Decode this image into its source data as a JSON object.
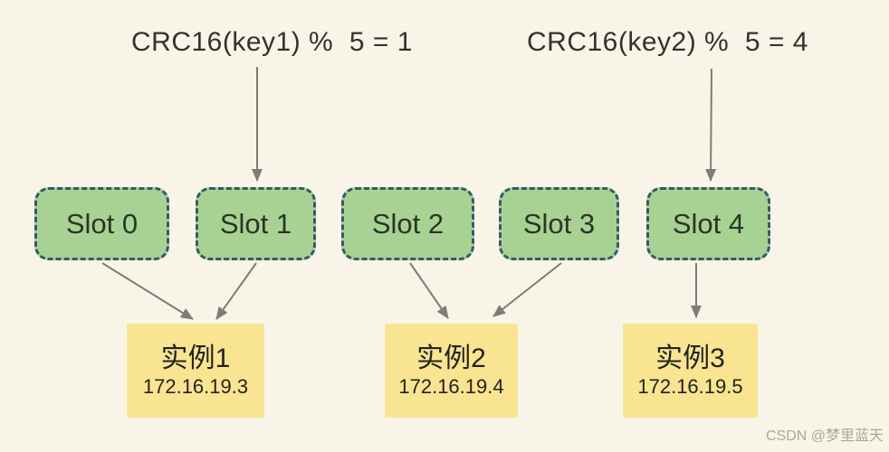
{
  "diagram": {
    "formulas": [
      {
        "text": "CRC16(key1) %  5 = 1"
      },
      {
        "text": "CRC16(key2) %  5 = 4"
      }
    ],
    "slots": [
      {
        "label": "Slot 0"
      },
      {
        "label": "Slot 1"
      },
      {
        "label": "Slot 2"
      },
      {
        "label": "Slot 3"
      },
      {
        "label": "Slot 4"
      }
    ],
    "instances": [
      {
        "name": "实例1",
        "ip": "172.16.19.3"
      },
      {
        "name": "实例2",
        "ip": "172.16.19.4"
      },
      {
        "name": "实例3",
        "ip": "172.16.19.5"
      }
    ],
    "edges": [
      {
        "from": "CRC16(key1) %  5 = 1",
        "to": "Slot 1"
      },
      {
        "from": "CRC16(key2) %  5 = 4",
        "to": "Slot 4"
      },
      {
        "from": "Slot 0",
        "to": "实例1"
      },
      {
        "from": "Slot 1",
        "to": "实例1"
      },
      {
        "from": "Slot 2",
        "to": "实例2"
      },
      {
        "from": "Slot 3",
        "to": "实例2"
      },
      {
        "from": "Slot 4",
        "to": "实例3"
      }
    ]
  },
  "watermark": {
    "text": "CSDN @梦里蓝天"
  },
  "colors": {
    "background": "#f8f5e8",
    "slot_fill": "#a8d294",
    "slot_border": "#39576a",
    "instance_fill": "#f9e492",
    "arrow": "#7d7d76",
    "text": "#33332c",
    "watermark": "#a9a89c"
  }
}
